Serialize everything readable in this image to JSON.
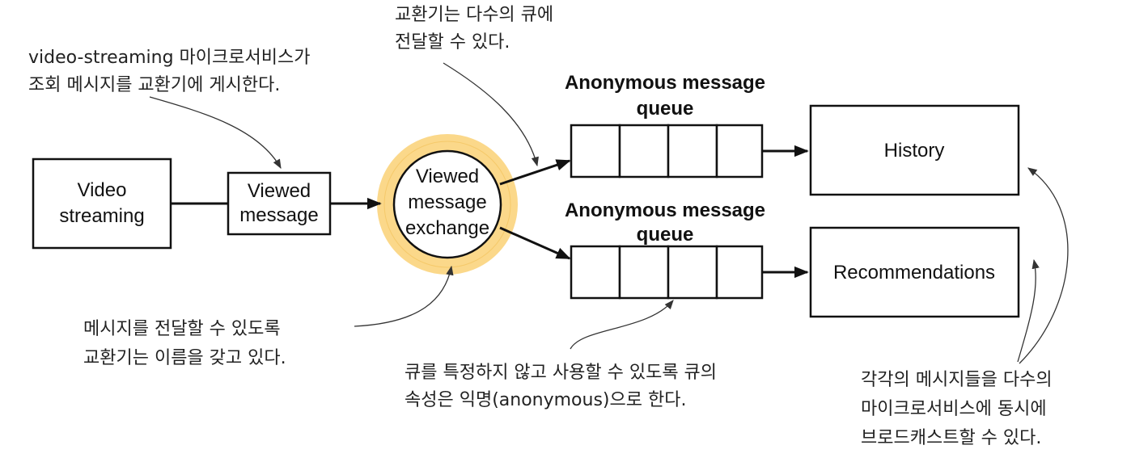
{
  "nodes": {
    "video_streaming": {
      "line1": "Video",
      "line2": "streaming"
    },
    "viewed_message": {
      "line1": "Viewed",
      "line2": "message"
    },
    "exchange": {
      "line1": "Viewed",
      "line2": "message",
      "line3": "exchange"
    },
    "queue_top": {
      "line1": "Anonymous message",
      "line2": "queue"
    },
    "queue_bottom": {
      "line1": "Anonymous message",
      "line2": "queue"
    },
    "history": {
      "label": "History"
    },
    "recommendations": {
      "label": "Recommendations"
    }
  },
  "annotations": {
    "publish": {
      "line1": "video-streaming 마이크로서비스가",
      "line2": "조회 메시지를 교환기에 게시한다."
    },
    "multi_queue": {
      "line1": "교환기는 다수의 큐에",
      "line2": "전달할 수 있다."
    },
    "named_exchange": {
      "line1": "메시지를 전달할 수 있도록",
      "line2": "교환기는 이름을 갖고 있다."
    },
    "anonymous": {
      "line1": "큐를 특정하지 않고 사용할 수 있도록 큐의",
      "line2": "속성은 익명(anonymous)으로 한다."
    },
    "broadcast": {
      "line1": "각각의 메시지들을 다수의",
      "line2": "마이크로서비스에 동시에",
      "line3": "브로드캐스트할 수 있다."
    }
  },
  "colors": {
    "highlight": "#fbd88a",
    "line": "#111111"
  }
}
